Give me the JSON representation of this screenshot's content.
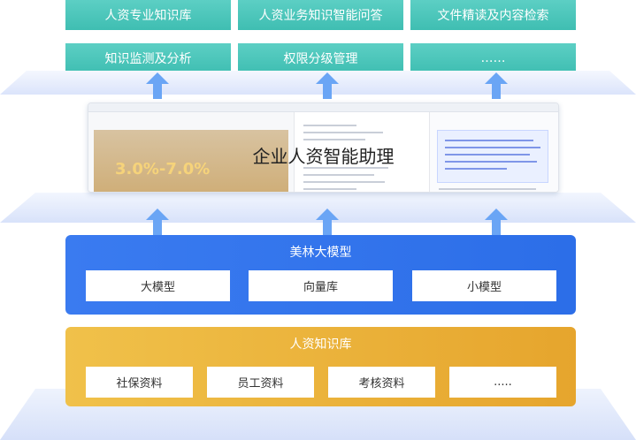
{
  "applications": {
    "row1": [
      "人资专业知识库",
      "人资业务知识智能问答",
      "文件精读及内容检索"
    ],
    "row2": [
      "知识监测及分析",
      "权限分级管理",
      "……"
    ]
  },
  "assistant": {
    "title": "企业人资智能助理",
    "hero_text": "3.0%-7.0%"
  },
  "model_layer": {
    "title": "美林大模型",
    "items": [
      "大模型",
      "向量库",
      "小模型"
    ]
  },
  "knowledge_layer": {
    "title": "人资知识库",
    "items": [
      "社保资料",
      "员工资料",
      "考核资料",
      "....."
    ]
  },
  "colors": {
    "teal": "#49c3b8",
    "blue": "#3276ec",
    "gold": "#eab33b",
    "plane": "#e8eefc"
  }
}
